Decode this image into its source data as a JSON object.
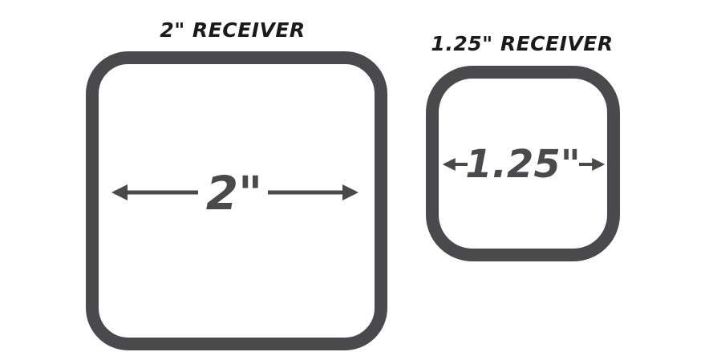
{
  "colors": {
    "stroke": "#4a4a4c",
    "background": "#ffffff"
  },
  "large_receiver": {
    "title": "2\" RECEIVER",
    "dimension": "2\""
  },
  "small_receiver": {
    "title": "1.25\" RECEIVER",
    "dimension": "1.25\""
  }
}
